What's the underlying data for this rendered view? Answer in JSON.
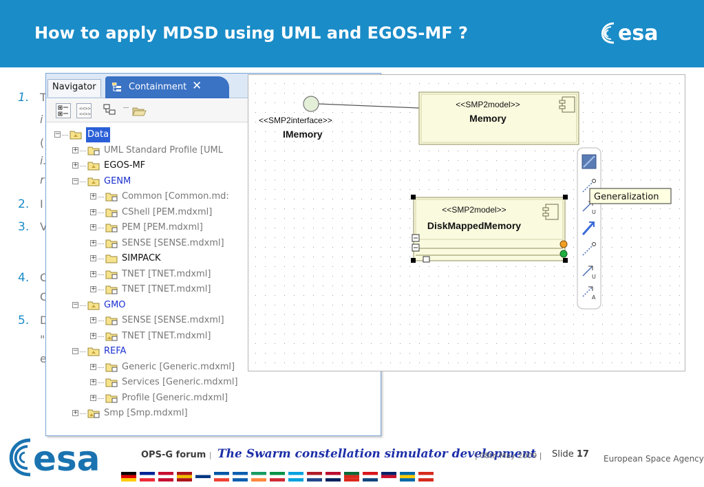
{
  "header": {
    "title": "How to apply MDSD using UML and EGOS-MF ?",
    "logo_text": "esa"
  },
  "slide_bullets": [
    {
      "num": "1.",
      "lines": [
        "T",
        "i",
        "(",
        "i.",
        "r"
      ]
    },
    {
      "num": "2.",
      "lines": [
        "I"
      ]
    },
    {
      "num": "3.",
      "lines": [
        "V"
      ]
    },
    {
      "num": "4.",
      "lines": [
        "C",
        "C"
      ]
    },
    {
      "num": "5.",
      "lines": [
        "D",
        "\"",
        "e"
      ]
    }
  ],
  "navigator": {
    "tab_navigator": "Navigator",
    "tab_containment": "Containment",
    "close_glyph": "✕",
    "tree": [
      {
        "label": "Data",
        "level": 0,
        "expanded": true,
        "selected": true,
        "type": "package"
      },
      {
        "label": "UML Standard Profile [UML",
        "level": 1,
        "expanded": false,
        "type": "module",
        "color": "#777777"
      },
      {
        "label": "EGOS-MF",
        "level": 1,
        "expanded": false,
        "type": "package",
        "color": "#111111"
      },
      {
        "label": "GENM",
        "level": 1,
        "expanded": true,
        "type": "package",
        "color": "#1a2fd0"
      },
      {
        "label": "Common [Common.md:",
        "level": 2,
        "expanded": false,
        "type": "module",
        "color": "#777777"
      },
      {
        "label": "CShell [PEM.mdxml]",
        "level": 2,
        "expanded": false,
        "type": "module",
        "color": "#777777"
      },
      {
        "label": "PEM [PEM.mdxml]",
        "level": 2,
        "expanded": false,
        "type": "module",
        "color": "#777777"
      },
      {
        "label": "SENSE [SENSE.mdxml]",
        "level": 2,
        "expanded": false,
        "type": "module",
        "color": "#777777"
      },
      {
        "label": "SIMPACK",
        "level": 2,
        "expanded": false,
        "type": "folder",
        "color": "#111111"
      },
      {
        "label": "TNET [TNET.mdxml]",
        "level": 2,
        "expanded": false,
        "type": "module",
        "color": "#777777"
      },
      {
        "label": "TNET [TNET.mdxml]",
        "level": 2,
        "expanded": false,
        "type": "module",
        "color": "#777777"
      },
      {
        "label": "GMO",
        "level": 1,
        "expanded": true,
        "type": "package",
        "color": "#1a2fd0"
      },
      {
        "label": "SENSE [SENSE.mdxml]",
        "level": 2,
        "expanded": false,
        "type": "module",
        "color": "#777777"
      },
      {
        "label": "TNET [TNET.mdxml]",
        "level": 2,
        "expanded": false,
        "type": "module-pkg",
        "color": "#777777"
      },
      {
        "label": "REFA",
        "level": 1,
        "expanded": true,
        "type": "package",
        "color": "#1a2fd0"
      },
      {
        "label": "Generic [Generic.mdxml]",
        "level": 2,
        "expanded": false,
        "type": "module",
        "color": "#777777"
      },
      {
        "label": "Services [Generic.mdxml]",
        "level": 2,
        "expanded": false,
        "type": "module",
        "color": "#777777"
      },
      {
        "label": "Profile [Generic.mdxml]",
        "level": 2,
        "expanded": false,
        "type": "module",
        "color": "#777777"
      },
      {
        "label": "Smp [Smp.mdxml]",
        "level": 1,
        "expanded": false,
        "type": "module-pkg",
        "color": "#777777"
      }
    ]
  },
  "diagram": {
    "interface_stereotype": "<<SMP2interface>>",
    "interface_name": "IMemory",
    "memory_stereotype": "<<SMP2model>>",
    "memory_name": "Memory",
    "disk_stereotype": "<<SMP2model>>",
    "disk_name": "DiskMappedMemory",
    "tooltip": "Generalization",
    "palette_letters": [
      "U",
      "U",
      "A"
    ]
  },
  "footer": {
    "forum": "OPS-G forum",
    "sep": "|",
    "title": "The Swarm constellation simulator development",
    "date": "| 08th May 2009 |",
    "slide_label": "Slide",
    "slide_number": "17",
    "agency": "European Space Agency"
  },
  "colors": {
    "header_bg": "#1a8cc8",
    "bullet_blue": "#1a8cc8",
    "tab_active": "#3a72c4",
    "model_fill": "#fafadf",
    "tree_blue": "#1a2fd0"
  }
}
